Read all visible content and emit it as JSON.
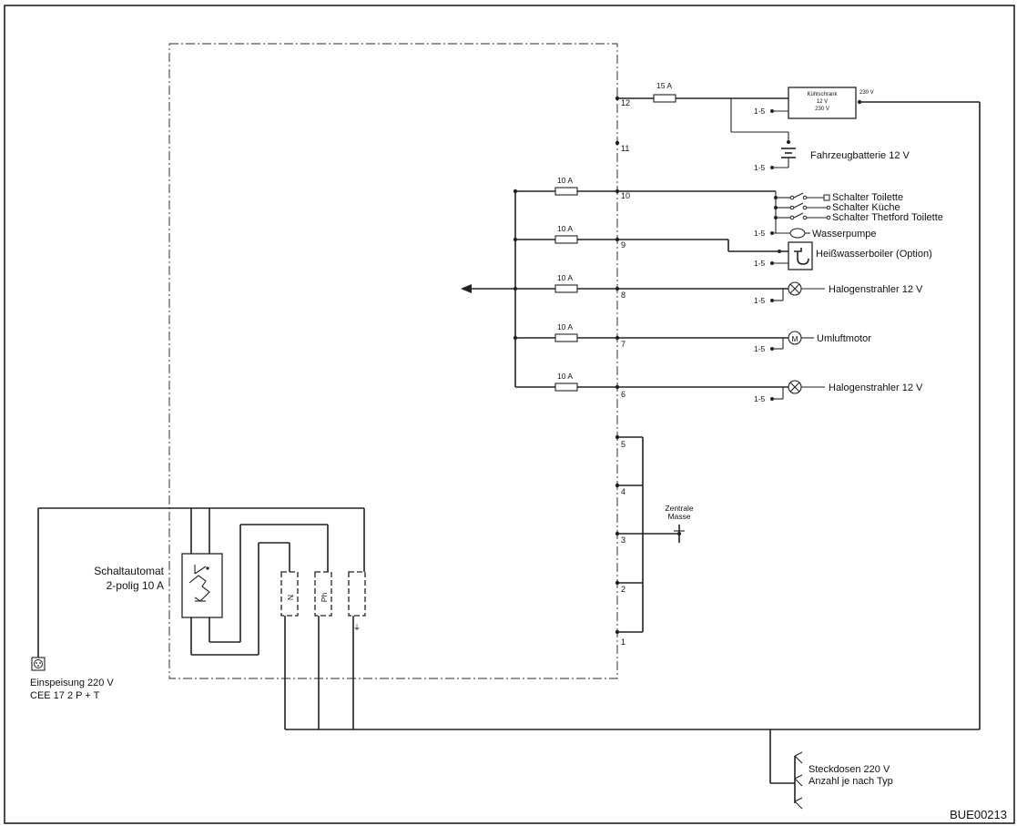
{
  "drawing_code": "BUE00213",
  "labels": {
    "fuse_15a": "15 A",
    "fuse_10a_10": "10 A",
    "fuse_10a_9": "10 A",
    "fuse_10a_8": "10 A",
    "fuse_10a_7": "10 A",
    "fuse_10a_6": "10 A",
    "kuehlschrank_title": "Kühlschrank",
    "kuehlschrank_12v": "12 V",
    "kuehlschrank_230v": "230 V",
    "kuehlschrank_230v_right": "230 V",
    "fahrzeugbatterie": "Fahrzeugbatterie 12 V",
    "schalter_toilette": "Schalter Toilette",
    "schalter_kueche": "Schalter Küche",
    "schalter_thetford": "Schalter Thetford Toilette",
    "wasserpumpe": "Wasserpumpe",
    "heisswasserboiler": "Heißwasserboiler (Option)",
    "halogen_1": "Halogenstrahler 12 V",
    "umluftmotor": "Umluftmotor",
    "halogen_2": "Halogenstrahler 12 V",
    "zentrale_masse_1": "Zentrale",
    "zentrale_masse_2": "Masse",
    "schaltautomat_1": "Schaltautomat",
    "schaltautomat_2": "2-polig 10 A",
    "einspeisung_1": "Einspeisung 220 V",
    "einspeisung_2": "CEE 17 2 P + T",
    "steckdosen_1": "Steckdosen 220 V",
    "steckdosen_2": "Anzahl je nach Typ",
    "terminal_n": "N",
    "terminal_ph": "Ph",
    "terminal_pe": "⏚",
    "motor_symbol": "M",
    "ground_ref_1": "1-5",
    "ground_ref_2": "1-5",
    "ground_ref_3": "1-5",
    "ground_ref_4": "1-5",
    "ground_ref_5": "1-5",
    "ground_ref_6": "1-5",
    "ground_ref_7": "1-5",
    "ground_ref_8": "1-5"
  },
  "pins": [
    "1",
    "2",
    "3",
    "4",
    "5",
    "6",
    "7",
    "8",
    "9",
    "10",
    "11",
    "12"
  ]
}
